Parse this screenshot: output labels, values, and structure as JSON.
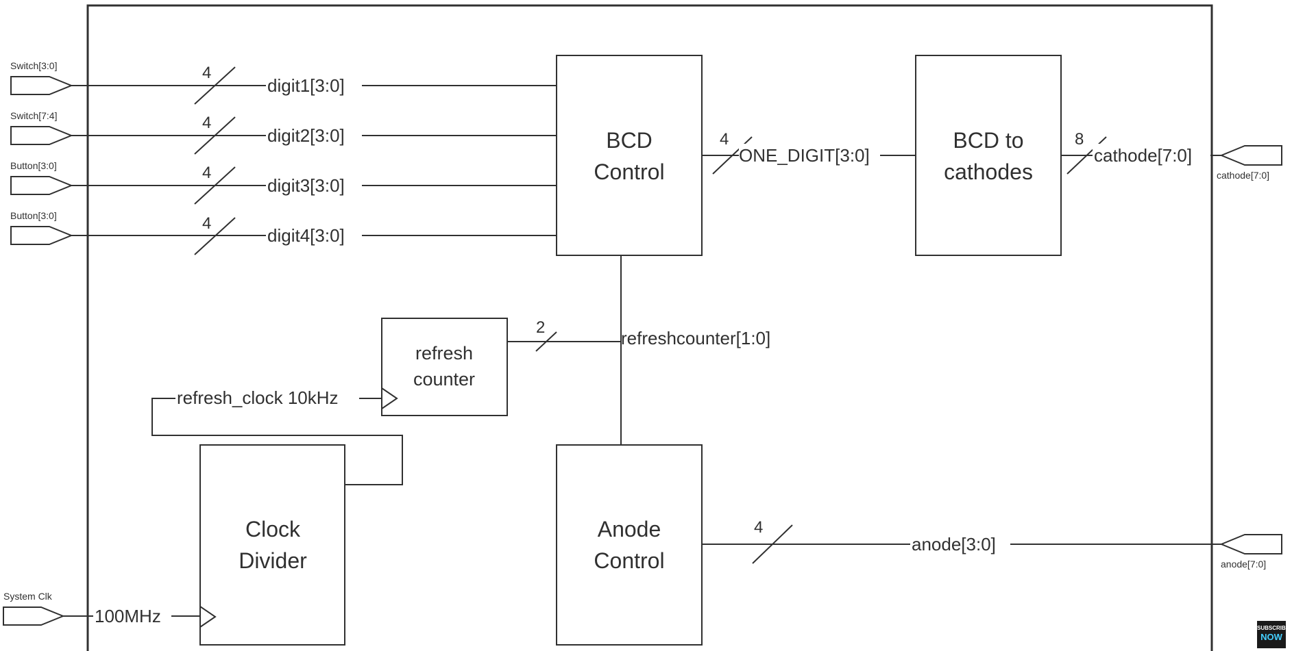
{
  "blocks": {
    "bcd_control": [
      "BCD",
      "Control"
    ],
    "bcd_to_cathodes": [
      "BCD to",
      "cathodes"
    ],
    "refresh_counter": [
      "refresh",
      "counter"
    ],
    "clock_divider": [
      "Clock",
      "Divider"
    ],
    "anode_control": [
      "Anode",
      "Control"
    ]
  },
  "ports": {
    "switch_low": "Switch[3:0]",
    "switch_high": "Switch[7:4]",
    "button_a": "Button[3:0]",
    "button_b": "Button[3:0]",
    "system_clk": "System Clk",
    "cathode_out": "cathode[7:0]",
    "anode_out": "anode[7:0]"
  },
  "signals": {
    "digit1": "digit1[3:0]",
    "digit2": "digit2[3:0]",
    "digit3": "digit3[3:0]",
    "digit4": "digit4[3:0]",
    "one_digit": "ONE_DIGIT[3:0]",
    "cathode": "cathode[7:0]",
    "refreshcounter": "refreshcounter[1:0]",
    "refresh_clock": "refresh_clock 10kHz",
    "clk_freq": "100MHz",
    "anode": "anode[3:0]"
  },
  "bus_widths": {
    "digit1": "4",
    "digit2": "4",
    "digit3": "4",
    "digit4": "4",
    "one_digit": "4",
    "cathode": "8",
    "refreshcounter": "2",
    "anode": "4"
  },
  "badge": {
    "line1": "SUBSCRIBE",
    "line2": "NOW"
  }
}
